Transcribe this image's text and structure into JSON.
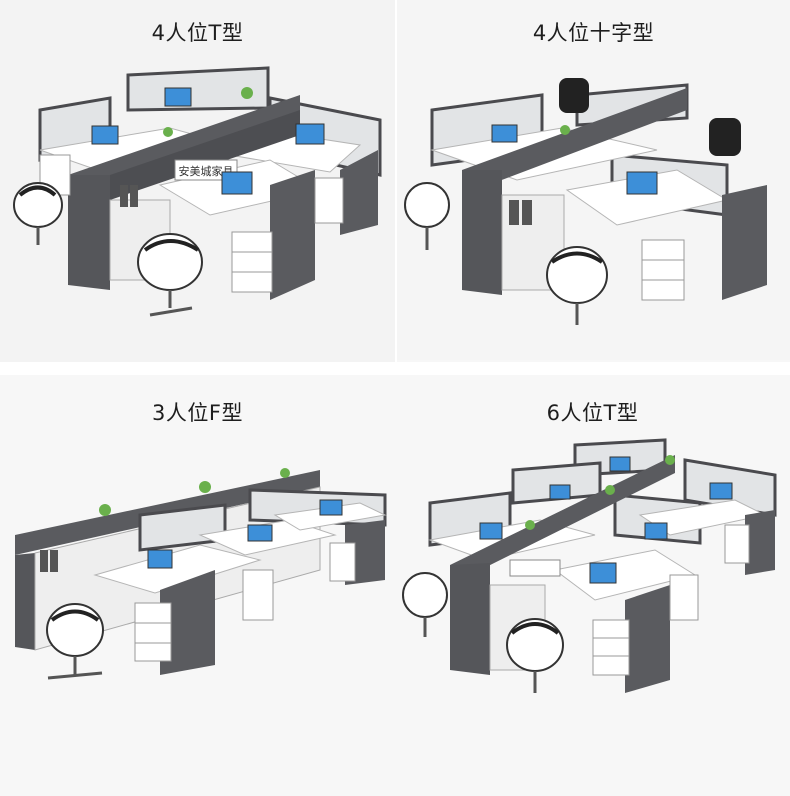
{
  "panels": [
    {
      "title": "4人位T型"
    },
    {
      "title": "4人位十字型"
    },
    {
      "title": "3人位F型"
    },
    {
      "title": "6人位T型"
    }
  ],
  "banner_text": "安美城家具",
  "colors": {
    "frame": "#4a4a4e",
    "cabinet": "#595a5e",
    "desk_top": "#ffffff",
    "screen": "#3d8fd8",
    "glass": "#d9dcdf",
    "chair_black": "#222222"
  }
}
